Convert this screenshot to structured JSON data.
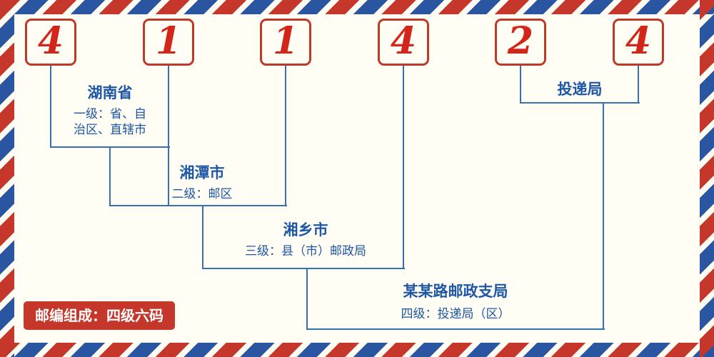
{
  "postal_code": {
    "digits": [
      "4",
      "1",
      "1",
      "4",
      "2",
      "4"
    ]
  },
  "levels": [
    {
      "name": "湖南省",
      "desc_line1": "一级：省、自",
      "desc_line2": "治区、直辖市"
    },
    {
      "name": "湘潭市",
      "desc": "二级：邮区"
    },
    {
      "name": "湘乡市",
      "desc": "三级：县（市）邮政局"
    },
    {
      "name": "某某路邮政支局",
      "desc": "四级：投递局（区）"
    },
    {
      "name": "投递局"
    }
  ],
  "footer": {
    "composition": "邮编组成：四级六码"
  },
  "colors": {
    "red": "#c5372b",
    "digit_red": "#d2261a",
    "blue_text": "#1d57a6",
    "blue_line": "#3570b5",
    "background": "#fffdf4"
  }
}
